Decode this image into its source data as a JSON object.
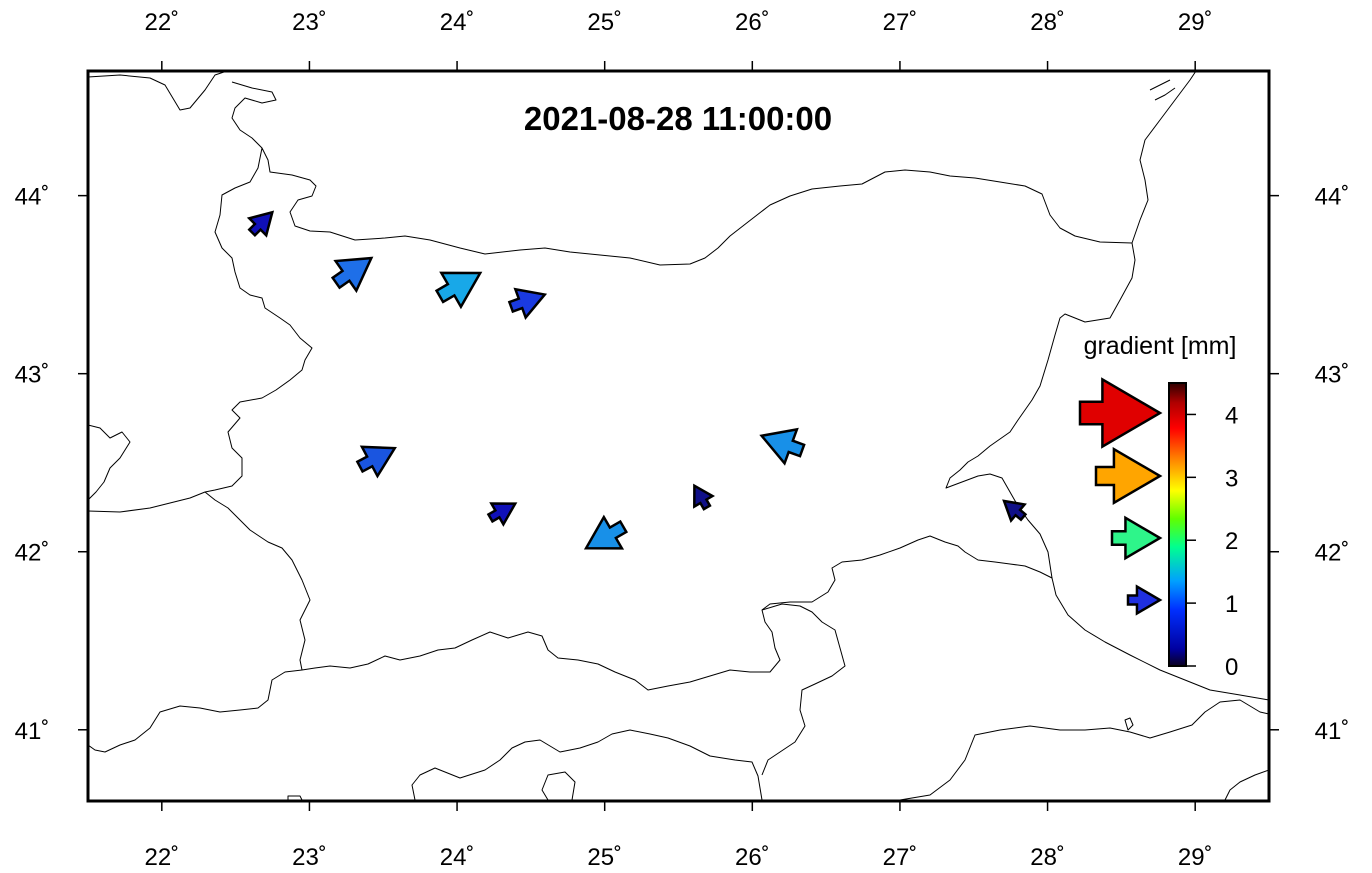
{
  "title": "2021-08-28 11:00:00",
  "map": {
    "lon_range": [
      21.5,
      29.5
    ],
    "lat_range": [
      40.6,
      44.7
    ],
    "lon_ticks": [
      22,
      23,
      24,
      25,
      26,
      27,
      28,
      29
    ],
    "lat_ticks": [
      41,
      42,
      43,
      44
    ],
    "lon_tick_labels": [
      "22˚",
      "23˚",
      "24˚",
      "25˚",
      "26˚",
      "27˚",
      "28˚",
      "29˚"
    ],
    "lat_tick_labels": [
      "41˚",
      "42˚",
      "43˚",
      "44˚"
    ]
  },
  "legend": {
    "title": "gradient [mm]",
    "colorbar_ticks": [
      "0",
      "1",
      "2",
      "3",
      "4"
    ],
    "colorbar_range": [
      0,
      4.5
    ],
    "key_arrows": [
      {
        "value": 4,
        "color": "#e00000"
      },
      {
        "value": 3,
        "color": "#ffa500"
      },
      {
        "value": 2,
        "color": "#2ef58a"
      },
      {
        "value": 1,
        "color": "#1f2fe0"
      }
    ]
  },
  "stations": [
    {
      "lon": 22.68,
      "lat": 43.85,
      "magnitude": 0.7,
      "direction_deg": 45,
      "color": "#1010b8"
    },
    {
      "lon": 23.3,
      "lat": 43.58,
      "magnitude": 1.5,
      "direction_deg": 35,
      "color": "#1e6fe8"
    },
    {
      "lon": 24.02,
      "lat": 43.5,
      "magnitude": 1.7,
      "direction_deg": 30,
      "color": "#18a8e8"
    },
    {
      "lon": 24.48,
      "lat": 43.41,
      "magnitude": 1.1,
      "direction_deg": 20,
      "color": "#1a3ae0"
    },
    {
      "lon": 23.46,
      "lat": 42.53,
      "magnitude": 1.3,
      "direction_deg": 28,
      "color": "#1a55e0"
    },
    {
      "lon": 24.31,
      "lat": 42.23,
      "magnitude": 0.7,
      "direction_deg": 30,
      "color": "#1010b8"
    },
    {
      "lon": 25.0,
      "lat": 42.08,
      "magnitude": 1.5,
      "direction_deg": 210,
      "color": "#1890e8"
    },
    {
      "lon": 25.65,
      "lat": 42.31,
      "magnitude": 0.5,
      "direction_deg": 120,
      "color": "#101088"
    },
    {
      "lon": 26.2,
      "lat": 42.61,
      "magnitude": 1.5,
      "direction_deg": 160,
      "color": "#1890e8"
    },
    {
      "lon": 27.77,
      "lat": 42.24,
      "magnitude": 0.5,
      "direction_deg": 140,
      "color": "#101088"
    }
  ]
}
